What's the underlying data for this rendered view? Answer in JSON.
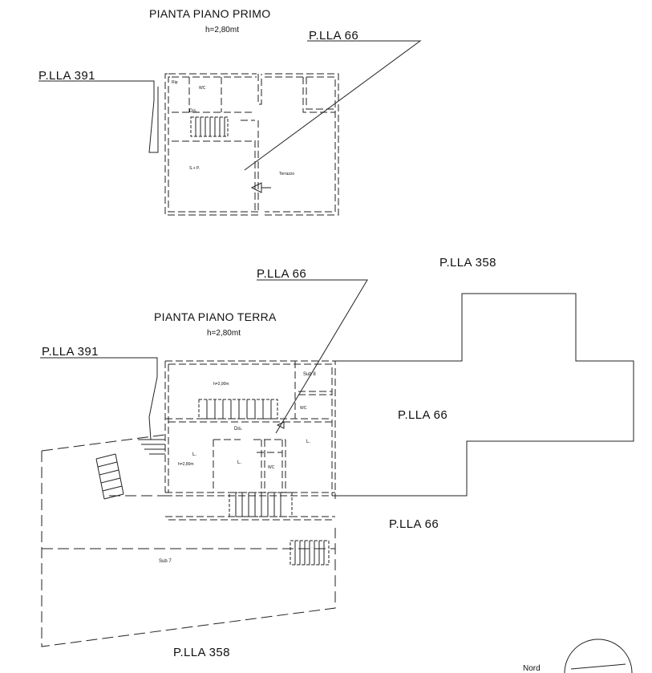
{
  "first_floor": {
    "title": "PIANTA PIANO PRIMO",
    "height": "h=2,80mt",
    "parcel_66": "P.LLA   66",
    "parcel_391": "P.LLA   391",
    "rooms": {
      "rip": "Rip",
      "wc": "WC",
      "dis": "Dis.",
      "s_p": "S.+ P.",
      "terrazzo": "Terrazzo"
    }
  },
  "ground_floor": {
    "title": "PIANTA PIANO TERRA",
    "height": "h=2,80mt",
    "parcel_66_top": "P.LLA   66",
    "parcel_358_top": "P.LLA   358",
    "parcel_391": "P.LLA   391",
    "parcel_66_right": "P.LLA   66",
    "parcel_66_bottom": "P.LLA   66",
    "parcel_358_bottom": "P.LLA   358",
    "rooms": {
      "sub8": "Sub 8",
      "h_upper": "h=2,90m",
      "wc_upper": "WC",
      "dis": "Dis.",
      "l_left": "L.",
      "h_left": "h=2,80m",
      "l_mid": "L.",
      "wc_mid": "WC",
      "l_right": "L.",
      "sub7": "Sub 7"
    }
  },
  "compass": {
    "label": "Nord"
  }
}
